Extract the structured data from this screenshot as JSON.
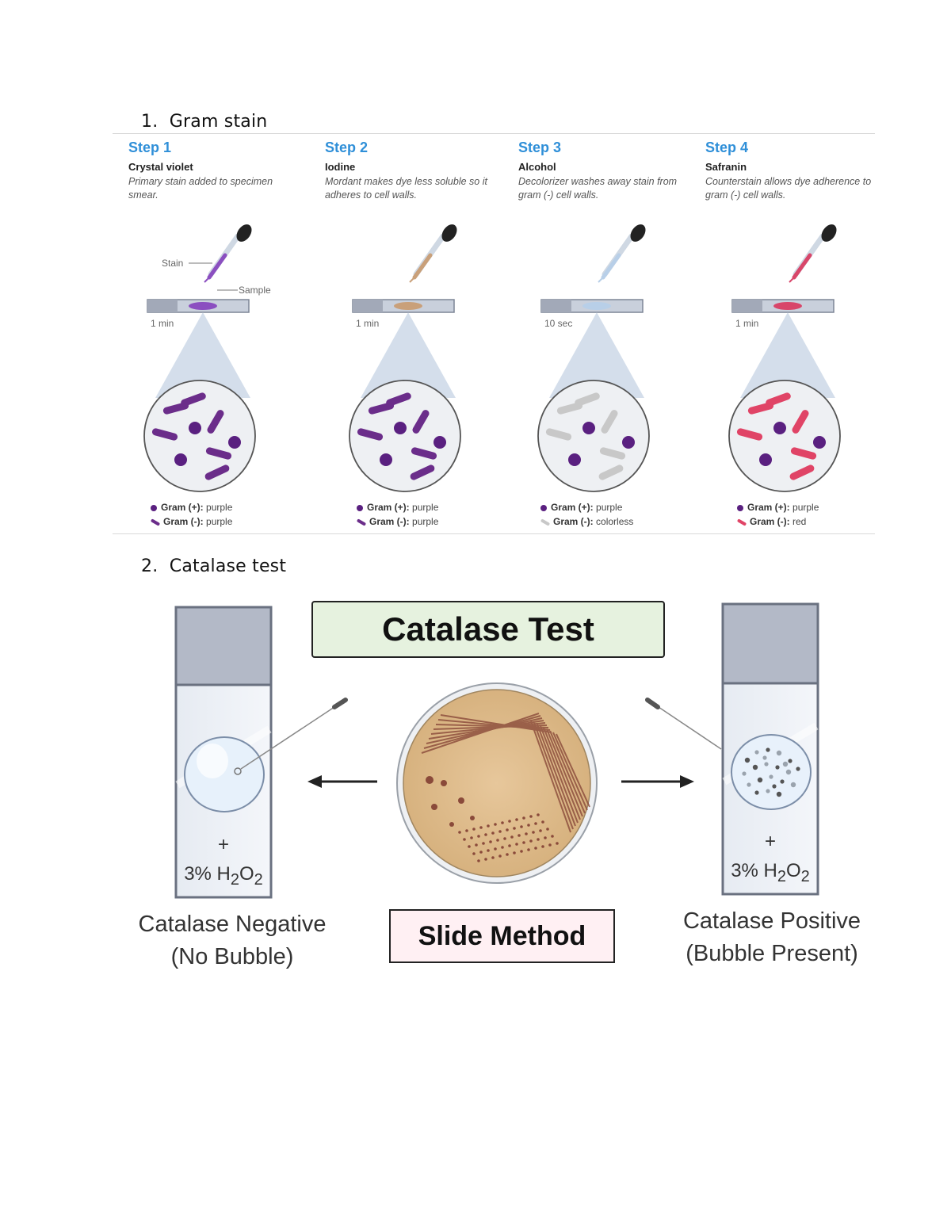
{
  "sections": {
    "gram": {
      "number": "1.",
      "title": "Gram stain"
    },
    "catalase": {
      "number": "2.",
      "title": "Catalase test"
    }
  },
  "steps": [
    {
      "title": "Step 1",
      "name": "Crystal violet",
      "desc": "Primary stain added to specimen smear.",
      "time": "1 min",
      "legend_pos": "purple",
      "legend_neg": "purple",
      "stain_color": "#8b4fc0",
      "rod_color": "#6b2d8a",
      "cocci_color": "#5a2080"
    },
    {
      "title": "Step 2",
      "name": "Iodine",
      "desc": "Mordant makes dye less soluble so it adheres to cell walls.",
      "time": "1 min",
      "legend_pos": "purple",
      "legend_neg": "purple",
      "stain_color": "#c9a07a",
      "rod_color": "#6b2d8a",
      "cocci_color": "#5a2080"
    },
    {
      "title": "Step 3",
      "name": "Alcohol",
      "desc": "Decolorizer washes away stain from gram (-) cell walls.",
      "time": "10 sec",
      "legend_pos": "purple",
      "legend_neg": "colorless",
      "stain_color": "#b8cfe8",
      "rod_color": "#c8c8c8",
      "cocci_color": "#5a2080"
    },
    {
      "title": "Step 4",
      "name": "Safranin",
      "desc": "Counterstain allows dye adherence to gram (-) cell walls.",
      "time": "1 min",
      "legend_pos": "purple",
      "legend_neg": "red",
      "stain_color": "#d8466a",
      "rod_color": "#e04466",
      "cocci_color": "#5a2080"
    }
  ],
  "legend_labels": {
    "pos": "Gram (+):",
    "neg": "Gram (-):"
  },
  "annotations": {
    "stain": "Stain",
    "sample": "Sample"
  },
  "catalase_test": {
    "title": "Catalase Test",
    "method": "Slide Method",
    "plus": "+",
    "reagent": "3% H",
    "reagent_sub1": "2",
    "reagent_mid": "O",
    "reagent_sub2": "2",
    "negative_line1": "Catalase Negative",
    "negative_line2": "(No Bubble)",
    "positive_line1": "Catalase Positive",
    "positive_line2": "(Bubble Present)"
  }
}
